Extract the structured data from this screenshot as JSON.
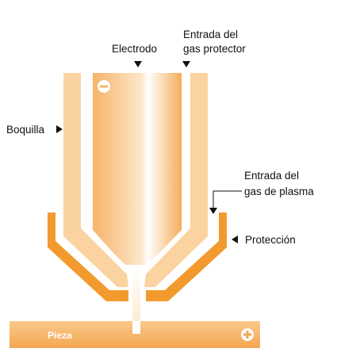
{
  "labels": {
    "electrode": "Electrodo",
    "shielding_gas_inlet_line1": "Entrada del",
    "shielding_gas_inlet_line2": "gas protector",
    "nozzle": "Boquilla",
    "plasma_gas_inlet_line1": "Entrada del",
    "plasma_gas_inlet_line2": "gas de plasma",
    "shield": "Protección",
    "workpiece": "Pieza"
  },
  "symbols": {
    "electrode_polarity": "minus",
    "workpiece_polarity": "plus"
  },
  "colors": {
    "light_orange": "#fbd3a0",
    "mid_orange": "#f6b469",
    "dark_orange": "#f29a2e",
    "arrow": "#111111"
  }
}
